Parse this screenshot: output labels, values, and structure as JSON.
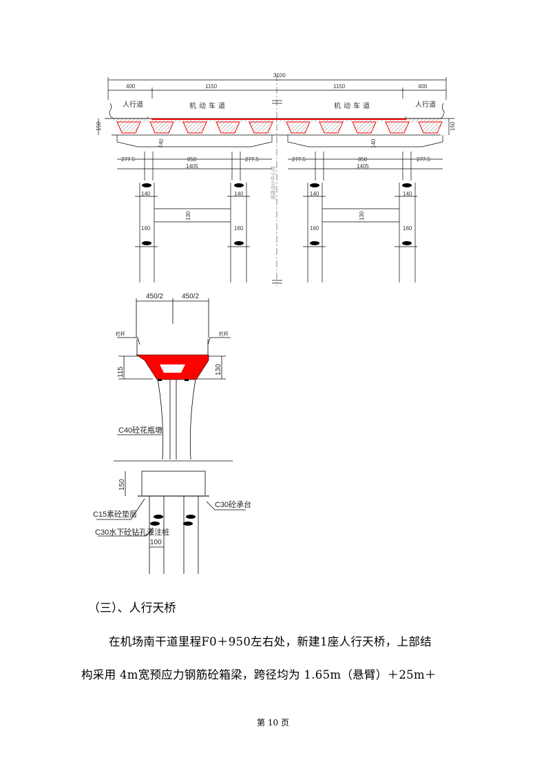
{
  "drawing_top": {
    "total_width": "3100",
    "spans": [
      "400",
      "1150",
      "1150",
      "400"
    ],
    "sidewalk": "人行道",
    "carriageway": "机动车道",
    "deck_height": "150",
    "cap_height": "140",
    "cap_dims": [
      "277.5",
      "850",
      "277.5"
    ],
    "cap_total": "1405",
    "column_width": "140",
    "pile_width": "160",
    "tie_beam": "130",
    "centerline_label": "道路设计中心线",
    "accent_color": "#ff0000"
  },
  "drawing_pier": {
    "half_widths": [
      "450/2",
      "450/2"
    ],
    "railing": "栏杆",
    "left_height": "115",
    "right_height": "130",
    "pier_label": "C40砼花瓶墩",
    "cap_height": "150",
    "cushion_label": "C15素砼垫层",
    "pilecap_label": "C30砼承台",
    "pile_label": "C30水下砼钻孔灌注桩",
    "pile_diameter": "100"
  },
  "section_heading": "（三）、人行天桥",
  "paragraph_lines": [
    "在机场南干道里程F0＋950左右处，新建1座人行天桥，上部结",
    "构采用 4m宽预应力钢筋砼箱梁，跨径均为 1.65m（悬臂）＋25m＋"
  ],
  "footer": "第 10 页"
}
